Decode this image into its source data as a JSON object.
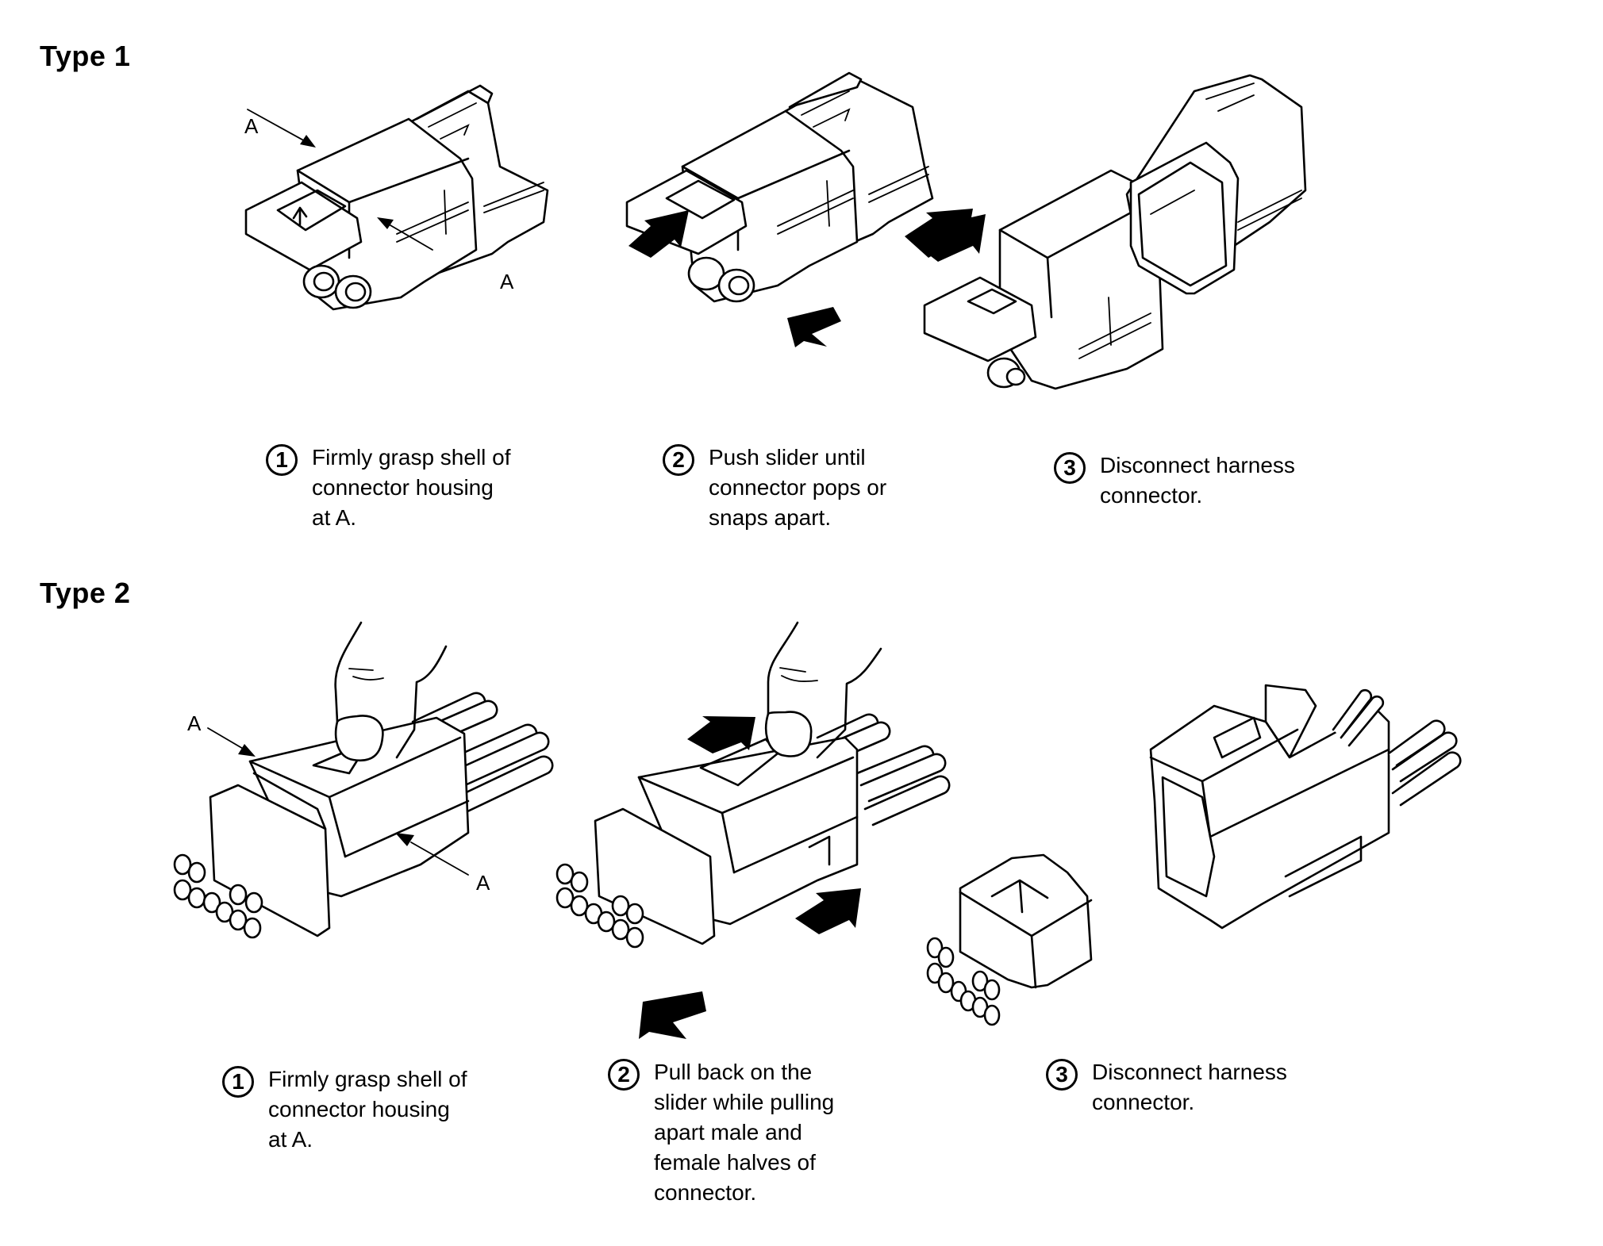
{
  "sections": [
    {
      "title": "Type 1",
      "callout_label": "A",
      "steps": [
        {
          "number": "1",
          "text": "Firmly grasp shell of\nconnector housing\nat  A."
        },
        {
          "number": "2",
          "text": "Push slider until\nconnector pops or\nsnaps apart."
        },
        {
          "number": "3",
          "text": "Disconnect harness\nconnector."
        }
      ]
    },
    {
      "title": "Type 2",
      "callout_label": "A",
      "steps": [
        {
          "number": "1",
          "text": "Firmly grasp shell of\nconnector housing\nat  A."
        },
        {
          "number": "2",
          "text": "Pull back on the\nslider while pulling\napart male and\nfemale halves of\nconnector."
        },
        {
          "number": "3",
          "text": "Disconnect harness\nconnector."
        }
      ]
    }
  ],
  "icons": {
    "motion_arrow": "solid-black-arrow",
    "pointer_arrow": "leader-arrow"
  }
}
